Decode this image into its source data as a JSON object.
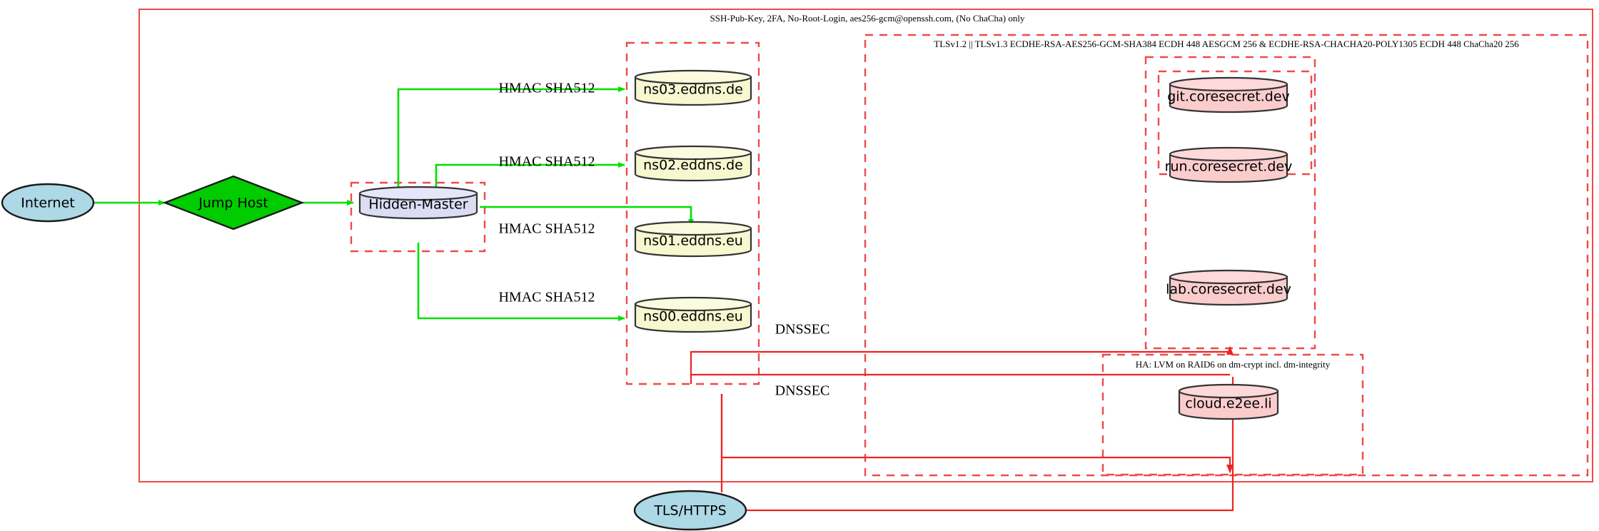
{
  "diagram": {
    "title_label": "SSH-Pub-Key, 2FA, No-Root-Login, aes256-gcm@openssh.com, (No ChaCha) only",
    "clusters": {
      "ssh_boundary": {
        "label": "SSH-Pub-Key, 2FA, No-Root-Login, aes256-gcm@openssh.com, (No ChaCha) only",
        "style": "solid",
        "color": "#f04a4a"
      },
      "tls_boundary": {
        "label": "TLSv1.2 || TLSv1.3 ECDHE-RSA-AES256-GCM-SHA384 ECDH 448 AESGCM 256 & ECDHE-RSA-CHACHA20-POLY1305 ECDH 448 ChaCha20 256",
        "style": "dashed",
        "color": "#f04a4a"
      },
      "ha_boundary": {
        "label": "HA: LVM on RAID6 on dm-crypt incl. dm-integrity",
        "style": "dashed",
        "color": "#f04a4a"
      },
      "hidden_master_boundary": {
        "label": "",
        "style": "dashed",
        "color": "#f04a4a"
      },
      "dns_boundary": {
        "label": "",
        "style": "dashed",
        "color": "#f04a4a"
      },
      "coresecret_boundary": {
        "label": "",
        "style": "dashed",
        "color": "#f04a4a"
      },
      "coresecret_inner_boundary": {
        "label": "",
        "style": "dashed",
        "color": "#f04a4a"
      }
    },
    "nodes": {
      "internet": {
        "label": "Internet",
        "shape": "ellipse",
        "fill": "#add8e6"
      },
      "jump_host": {
        "label": "Jump Host",
        "shape": "diamond",
        "fill": "#00cc00"
      },
      "hidden_master": {
        "label": "Hidden-Master",
        "shape": "cylinder",
        "fill": "#dcdcf5"
      },
      "ns03": {
        "label": "ns03.eddns.de",
        "shape": "cylinder",
        "fill": "#f7f7d0"
      },
      "ns02": {
        "label": "ns02.eddns.de",
        "shape": "cylinder",
        "fill": "#f7f7d0"
      },
      "ns01": {
        "label": "ns01.eddns.eu",
        "shape": "cylinder",
        "fill": "#f7f7d0"
      },
      "ns00": {
        "label": "ns00.eddns.eu",
        "shape": "cylinder",
        "fill": "#f7f7d0"
      },
      "git": {
        "label": "git.coresecret.dev",
        "shape": "cylinder",
        "fill": "#fbcccc"
      },
      "run": {
        "label": "run.coresecret.dev",
        "shape": "cylinder",
        "fill": "#fbcccc"
      },
      "lab": {
        "label": "lab.coresecret.dev",
        "shape": "cylinder",
        "fill": "#fbcccc"
      },
      "cloud": {
        "label": "cloud.e2ee.li",
        "shape": "cylinder",
        "fill": "#fbcccc"
      },
      "tls_https": {
        "label": "TLS/HTTPS",
        "shape": "ellipse",
        "fill": "#add8e6"
      }
    },
    "edges": {
      "hmac_ns03": {
        "label": "HMAC SHA512",
        "color": "#00e000"
      },
      "hmac_ns02": {
        "label": "HMAC SHA512",
        "color": "#00e000"
      },
      "hmac_ns01": {
        "label": "HMAC SHA512",
        "color": "#00e000"
      },
      "hmac_ns00": {
        "label": "HMAC SHA512",
        "color": "#00e000"
      },
      "dnssec_upper": {
        "label": "DNSSEC",
        "color": "#ee2222"
      },
      "dnssec_lower": {
        "label": "DNSSEC",
        "color": "#ee2222"
      },
      "internet_jump": {
        "label": "",
        "color": "#00e000"
      },
      "jump_master": {
        "label": "",
        "color": "#00e000"
      }
    }
  }
}
